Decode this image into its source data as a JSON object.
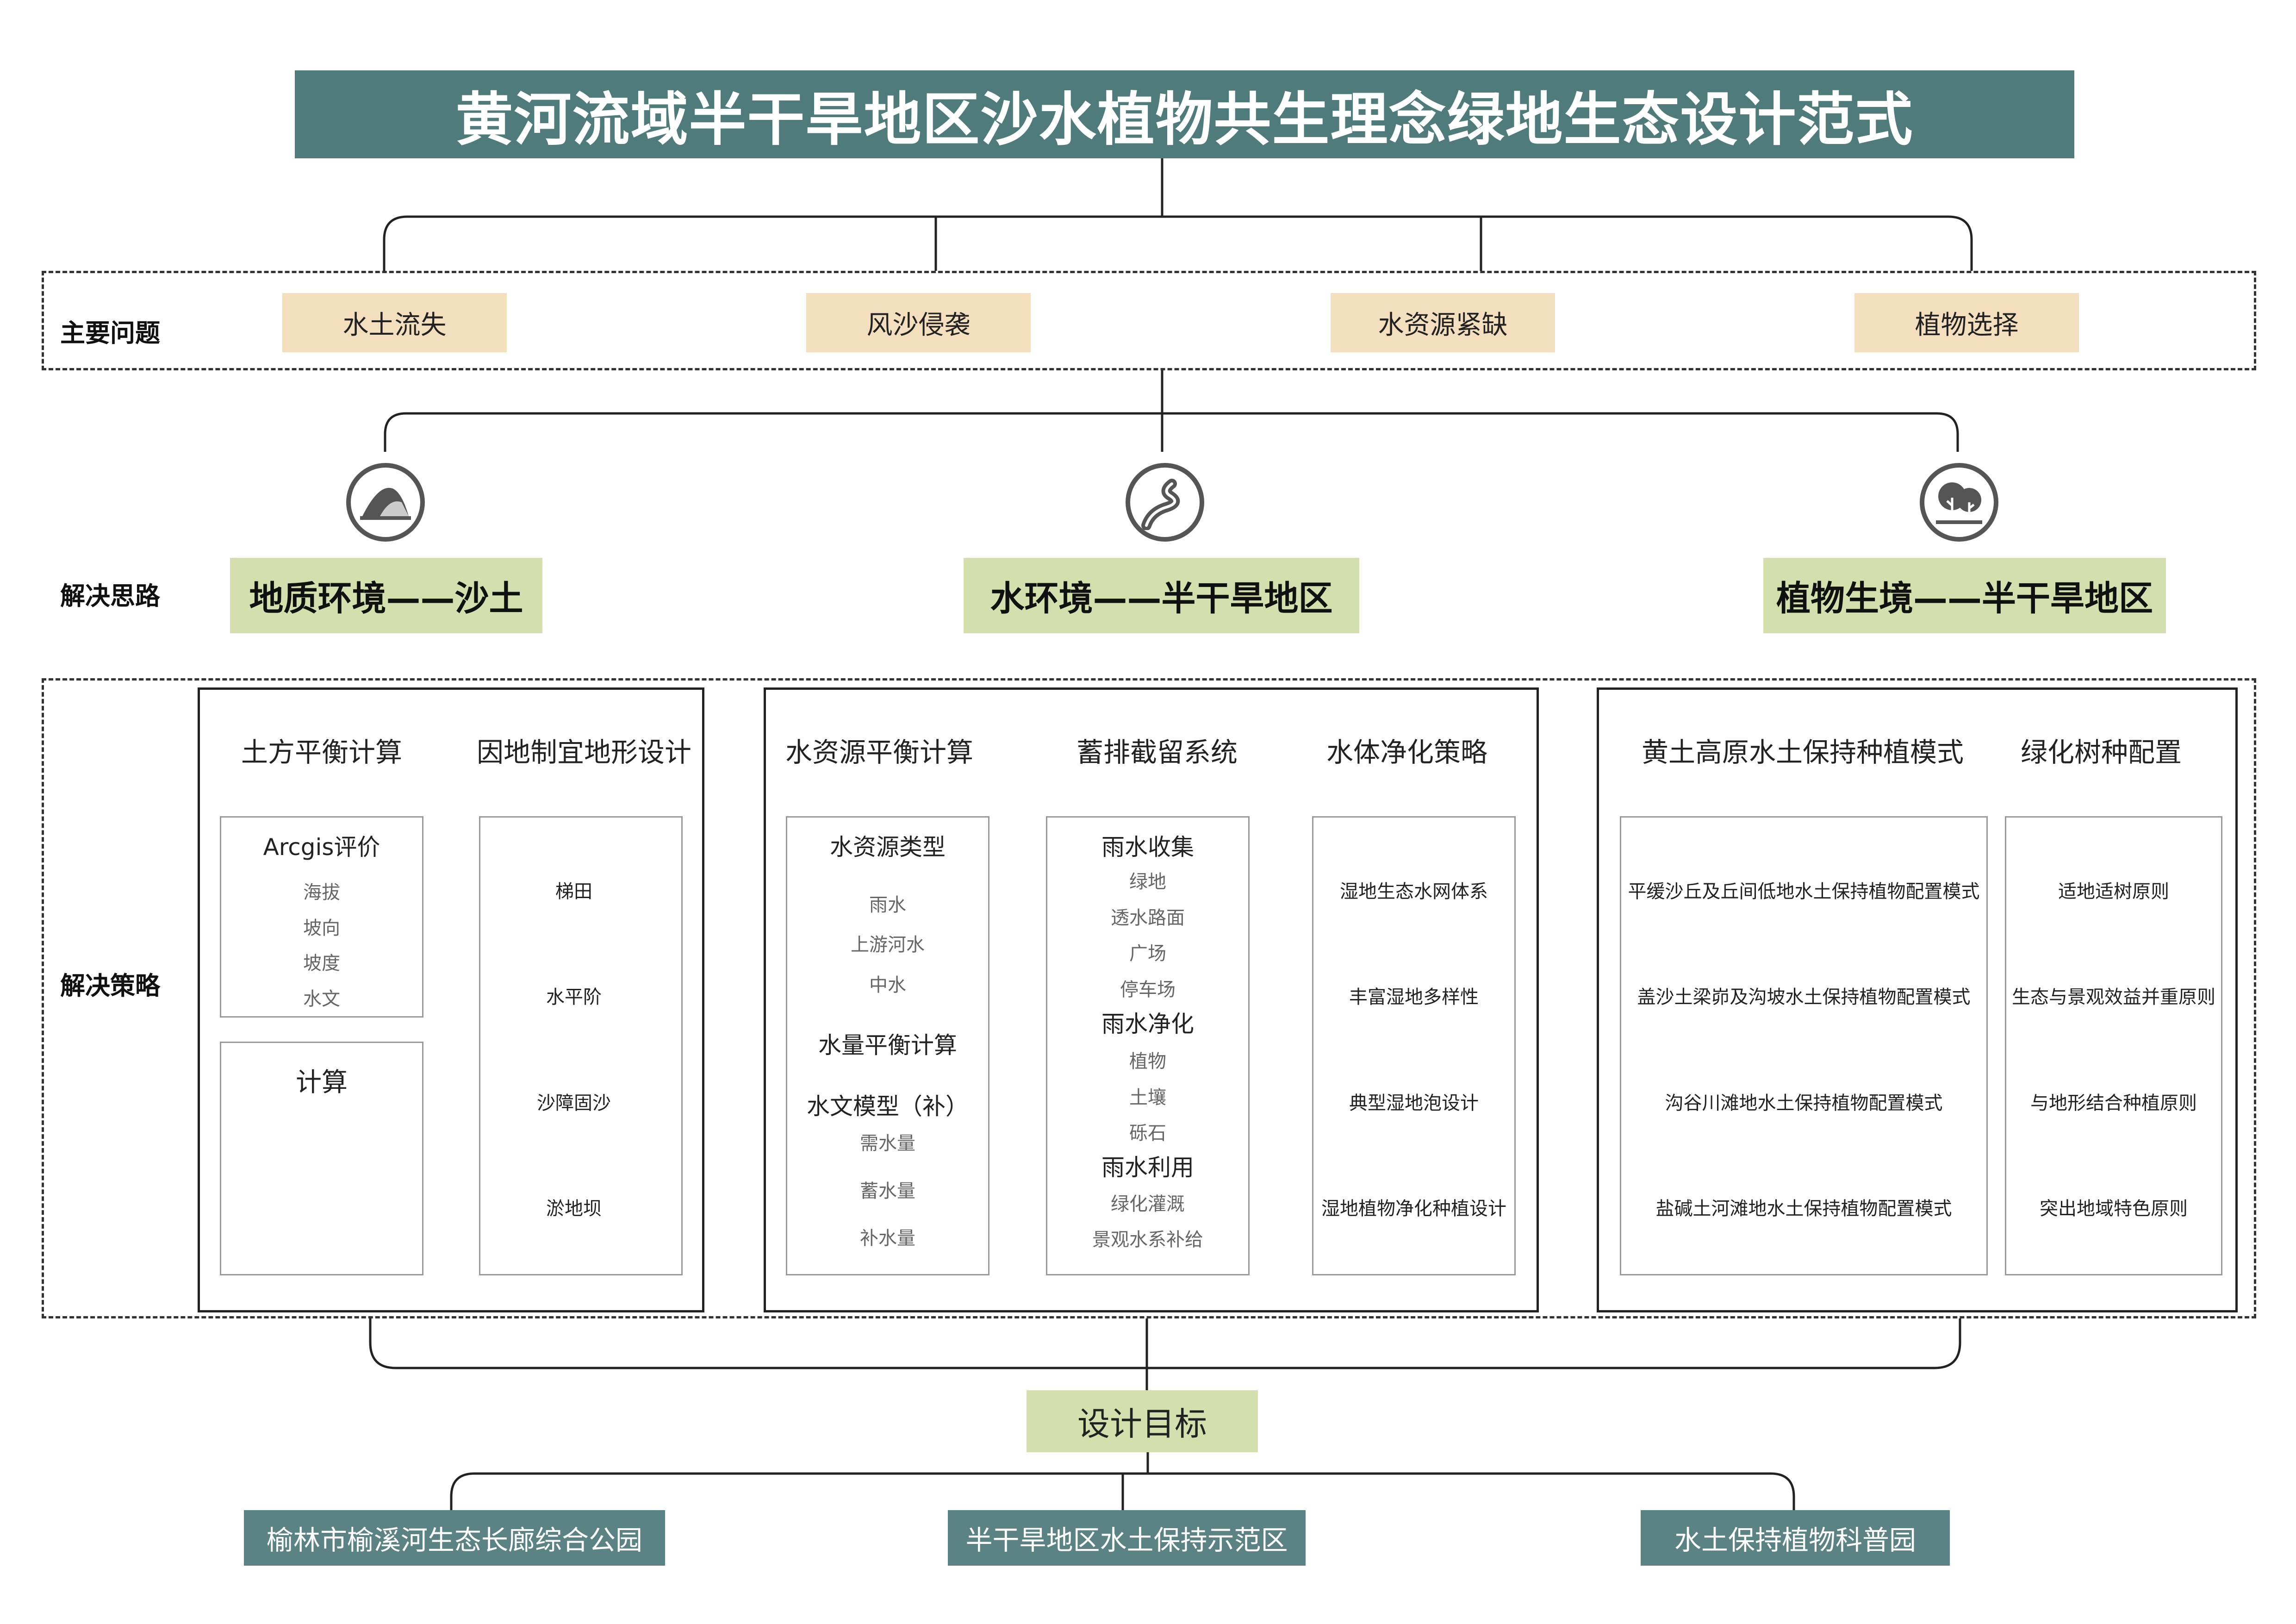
{
  "title": "黄河流域半干旱地区沙水植物共生理念绿地生态设计范式",
  "row_labels": {
    "problems": "主要问题",
    "thinking": "解决思路",
    "strategy": "解决策略"
  },
  "problems": [
    "水土流失",
    "风沙侵袭",
    "水资源紧缺",
    "植物选择"
  ],
  "thinking": [
    {
      "label": "地质环境——沙土",
      "icon": "mountain-icon"
    },
    {
      "label": "水环境——半干旱地区",
      "icon": "river-icon"
    },
    {
      "label": "植物生境——半干旱地区",
      "icon": "trees-icon"
    }
  ],
  "strategy": {
    "geology": {
      "col_heads": [
        "土方平衡计算",
        "因地制宜地形设计"
      ],
      "arcgis": {
        "title": "Arcgis评价",
        "items": [
          "海拔",
          "坡向",
          "坡度",
          "水文"
        ]
      },
      "calc": {
        "title": "计算"
      },
      "terrain": [
        "梯田",
        "水平阶",
        "沙障固沙",
        "淤地坝"
      ]
    },
    "water": {
      "col_heads": [
        "水资源平衡计算",
        "蓄排截留系统",
        "水体净化策略"
      ],
      "resource": {
        "type_title": "水资源类型",
        "types": [
          "雨水",
          "上游河水",
          "中水"
        ],
        "balance_title": "水量平衡计算",
        "model_title": "水文模型（补）",
        "models": [
          "需水量",
          "蓄水量",
          "补水量"
        ]
      },
      "storage": {
        "collect_title": "雨水收集",
        "collect": [
          "绿地",
          "透水路面",
          "广场",
          "停车场"
        ],
        "purify_title": "雨水净化",
        "purify": [
          "植物",
          "土壤",
          "砾石"
        ],
        "use_title": "雨水利用",
        "use": [
          "绿化灌溉",
          "景观水系补给"
        ]
      },
      "purification": [
        "湿地生态水网体系",
        "丰富湿地多样性",
        "典型湿地泡设计",
        "湿地植物净化种植设计"
      ]
    },
    "plants": {
      "col_heads": [
        "黄土高原水土保持种植模式",
        "绿化树种配置"
      ],
      "modes": [
        "平缓沙丘及丘间低地水土保持植物配置模式",
        "盖沙土梁峁及沟坡水土保持植物配置模式",
        "沟谷川滩地水土保持植物配置模式",
        "盐碱土河滩地水土保持植物配置模式"
      ],
      "principles": [
        "适地适树原则",
        "生态与景观效益并重原则",
        "与地形结合种植原则",
        "突出地域特色原则"
      ]
    }
  },
  "goal": "设计目标",
  "targets": [
    "榆林市榆溪河生态长廊综合公园",
    "半干旱地区水土保持示范区",
    "水土保持植物科普园"
  ],
  "colors": {
    "title_bg": "#4f7b7b",
    "problem_bg": "#f3dfbe",
    "thinking_bg": "#d3e0ad",
    "target_bg": "#5b8383"
  }
}
